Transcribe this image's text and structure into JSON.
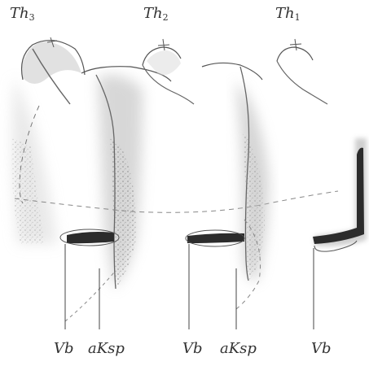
{
  "figure": {
    "segments": [
      {
        "name": "Th",
        "index": "3"
      },
      {
        "name": "Th",
        "index": "2"
      },
      {
        "name": "Th",
        "index": "1"
      }
    ],
    "bottom_labels": [
      "Vb",
      "aKsp",
      "Vb",
      "aKsp",
      "Vb"
    ]
  },
  "colors": {
    "ink": "#333333",
    "stipple": "#8f8f8f",
    "dark_band": "#2c2c2c"
  }
}
